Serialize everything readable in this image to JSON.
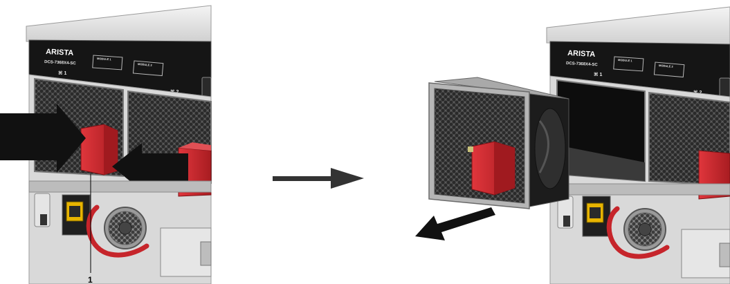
{
  "chassis_left": {
    "brand": "ARISTA",
    "model": "DCS-7368X4-SC",
    "slot_a_label": "⌘ 1",
    "slot_b_label": "⌘ 2",
    "module_label_1": "MODULE 1",
    "module_label_2": "MODULE 2"
  },
  "chassis_right": {
    "brand": "ARISTA",
    "model": "DCS-7368X4-SC",
    "slot_a_label": "⌘ 1",
    "slot_b_label": "⌘ 2",
    "module_label_1": "MODULE 1",
    "module_label_2": "MODULE 2"
  },
  "callout": "1",
  "colors": {
    "latch_red": "#c6252b",
    "latch_dark": "#8e1519",
    "chassis_gray": "#cfcfcf",
    "panel_black": "#151515",
    "arrow_black": "#111111",
    "psu_yellow": "#e8b400"
  },
  "icons": [
    "squeeze-arrow-icon",
    "process-arrow-icon",
    "pull-out-arrow-icon"
  ]
}
